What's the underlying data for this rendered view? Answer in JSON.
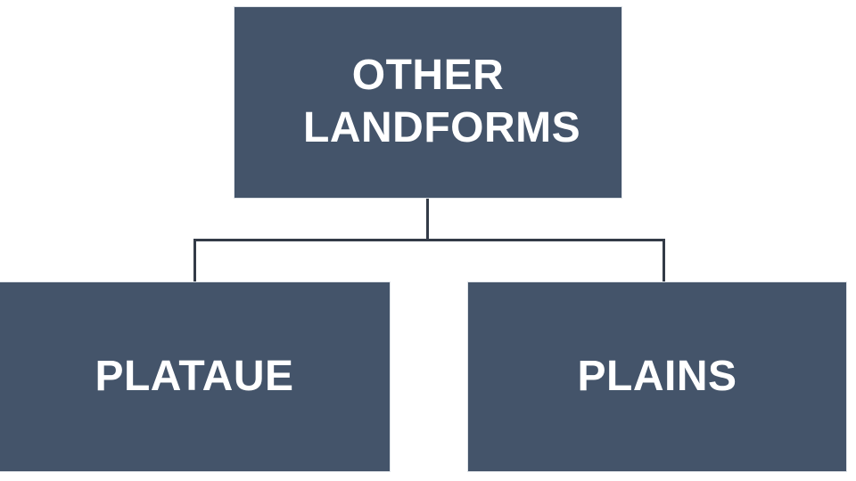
{
  "diagram": {
    "title": "Other Landforms hierarchy",
    "type": "org-chart",
    "background_color": "#ffffff",
    "node_fill_color": "#44546a",
    "node_text_color": "#ffffff",
    "node_border_color": "#dfe3e8",
    "connector_color": "#333b47",
    "root": {
      "label": "OTHER\nLANDFORMS"
    },
    "children": [
      {
        "label": "PLATAUE"
      },
      {
        "label": "PLAINS"
      }
    ]
  }
}
